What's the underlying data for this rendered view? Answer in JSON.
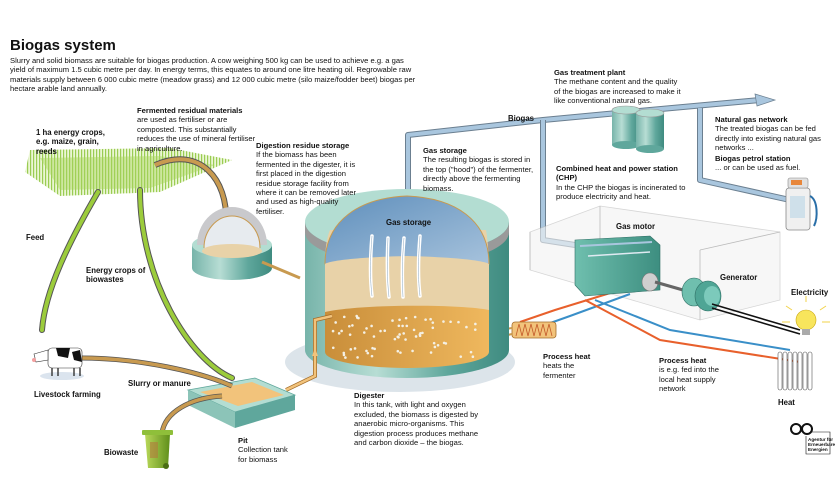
{
  "title": "Biogas system",
  "intro": "Slurry and solid biomass are suitable for biogas production. A cow weighing 500 kg can be used to achieve e.g. a gas yield of maximum 1.5 cubic metre per day. In energy terms, this equates to around one litre heating oil. Regrowable raw materials supply between 6 000 cubic metre (meadow grass) and 12 000 cubic metre (silo maize/fodder beet) biogas per hectare arable land annually.",
  "labels": {
    "energy_crops_area": "1 ha energy crops, e.g. maize, grain, reeds",
    "feed": "Feed",
    "energy_crops_biowastes": "Energy crops of biowastes",
    "livestock": "Livestock farming",
    "slurry": "Slurry or manure",
    "biowaste": "Biowaste",
    "biogas": "Biogas",
    "gas_storage_inner": "Gas storage",
    "gas_motor": "Gas motor",
    "generator": "Generator",
    "electricity": "Electricity",
    "heat": "Heat"
  },
  "callouts": {
    "fermented": {
      "heading": "Fermented residual materials",
      "body": "are used as fertiliser or are composted. This substantially reduces the use of mineral fertiliser in agriculture."
    },
    "residue_storage": {
      "heading": "Digestion residue storage",
      "body": "If the biomass has been fermented in the digester, it is first placed in the digestion residue storage facility from where it can be removed later and used as high-quality fertiliser."
    },
    "gas_storage": {
      "heading": "Gas storage",
      "body": "The resulting biogas is stored in the top (\"hood\") of the fermenter, directly above the fermenting biomass."
    },
    "treatment": {
      "heading": "Gas treatment plant",
      "body": "The methane content and the quality of the biogas are increased to make it like conventional natural gas."
    },
    "natural_gas": {
      "heading": "Natural gas network",
      "body": "The treated biogas can be fed directly into existing natural gas networks ..."
    },
    "petrol": {
      "heading": "Biogas petrol station",
      "body": "... or can be used as fuel."
    },
    "chp": {
      "heading": "Combined heat and power station (CHP)",
      "body": "In the CHP the biogas is incinerated to produce electricity and heat."
    },
    "process_heat_1": {
      "heading": "Process heat",
      "body": "heats the fermenter"
    },
    "process_heat_2": {
      "heading": "Process heat",
      "body": "is e.g. fed into the local heat supply network"
    },
    "digester": {
      "heading": "Digester",
      "body": "In this tank, with light and oxygen excluded, the biomass is digested by anaerobic micro-organisms. This digestion process produces methane and carbon dioxide – the biogas."
    },
    "pit": {
      "heading": "Pit",
      "body": "Collection tank for biomass"
    }
  },
  "logo": {
    "name": "Agentur für Erneuerbare Energien"
  },
  "colors": {
    "crop_green": "#9ccc3c",
    "pipe_brown": "#c89a50",
    "gas_pipe": "#a9c6de",
    "tank_teal": "#5fa79c",
    "tank_light": "#b3ddd2",
    "biomass": "#e2a955",
    "digestate_beige": "#ead5ad",
    "gas_blue": "#7ea3c6",
    "hot_red": "#e8602c",
    "cold_blue": "#3a8fc8"
  }
}
